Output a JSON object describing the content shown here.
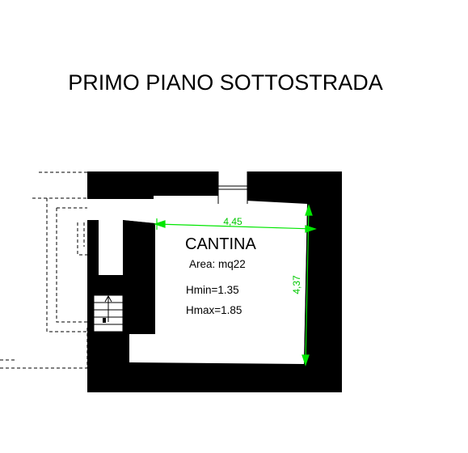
{
  "title": "PRIMO PIANO SOTTOSTRADA",
  "room": {
    "name": "CANTINA",
    "area": "Area: mq22",
    "hmin": "Hmin=1.35",
    "hmax": "Hmax=1.85"
  },
  "dimensions": {
    "width": "4,45",
    "depth": "4,37"
  },
  "colors": {
    "wall": "#000000",
    "dimension": "#00e600",
    "background": "#ffffff"
  }
}
